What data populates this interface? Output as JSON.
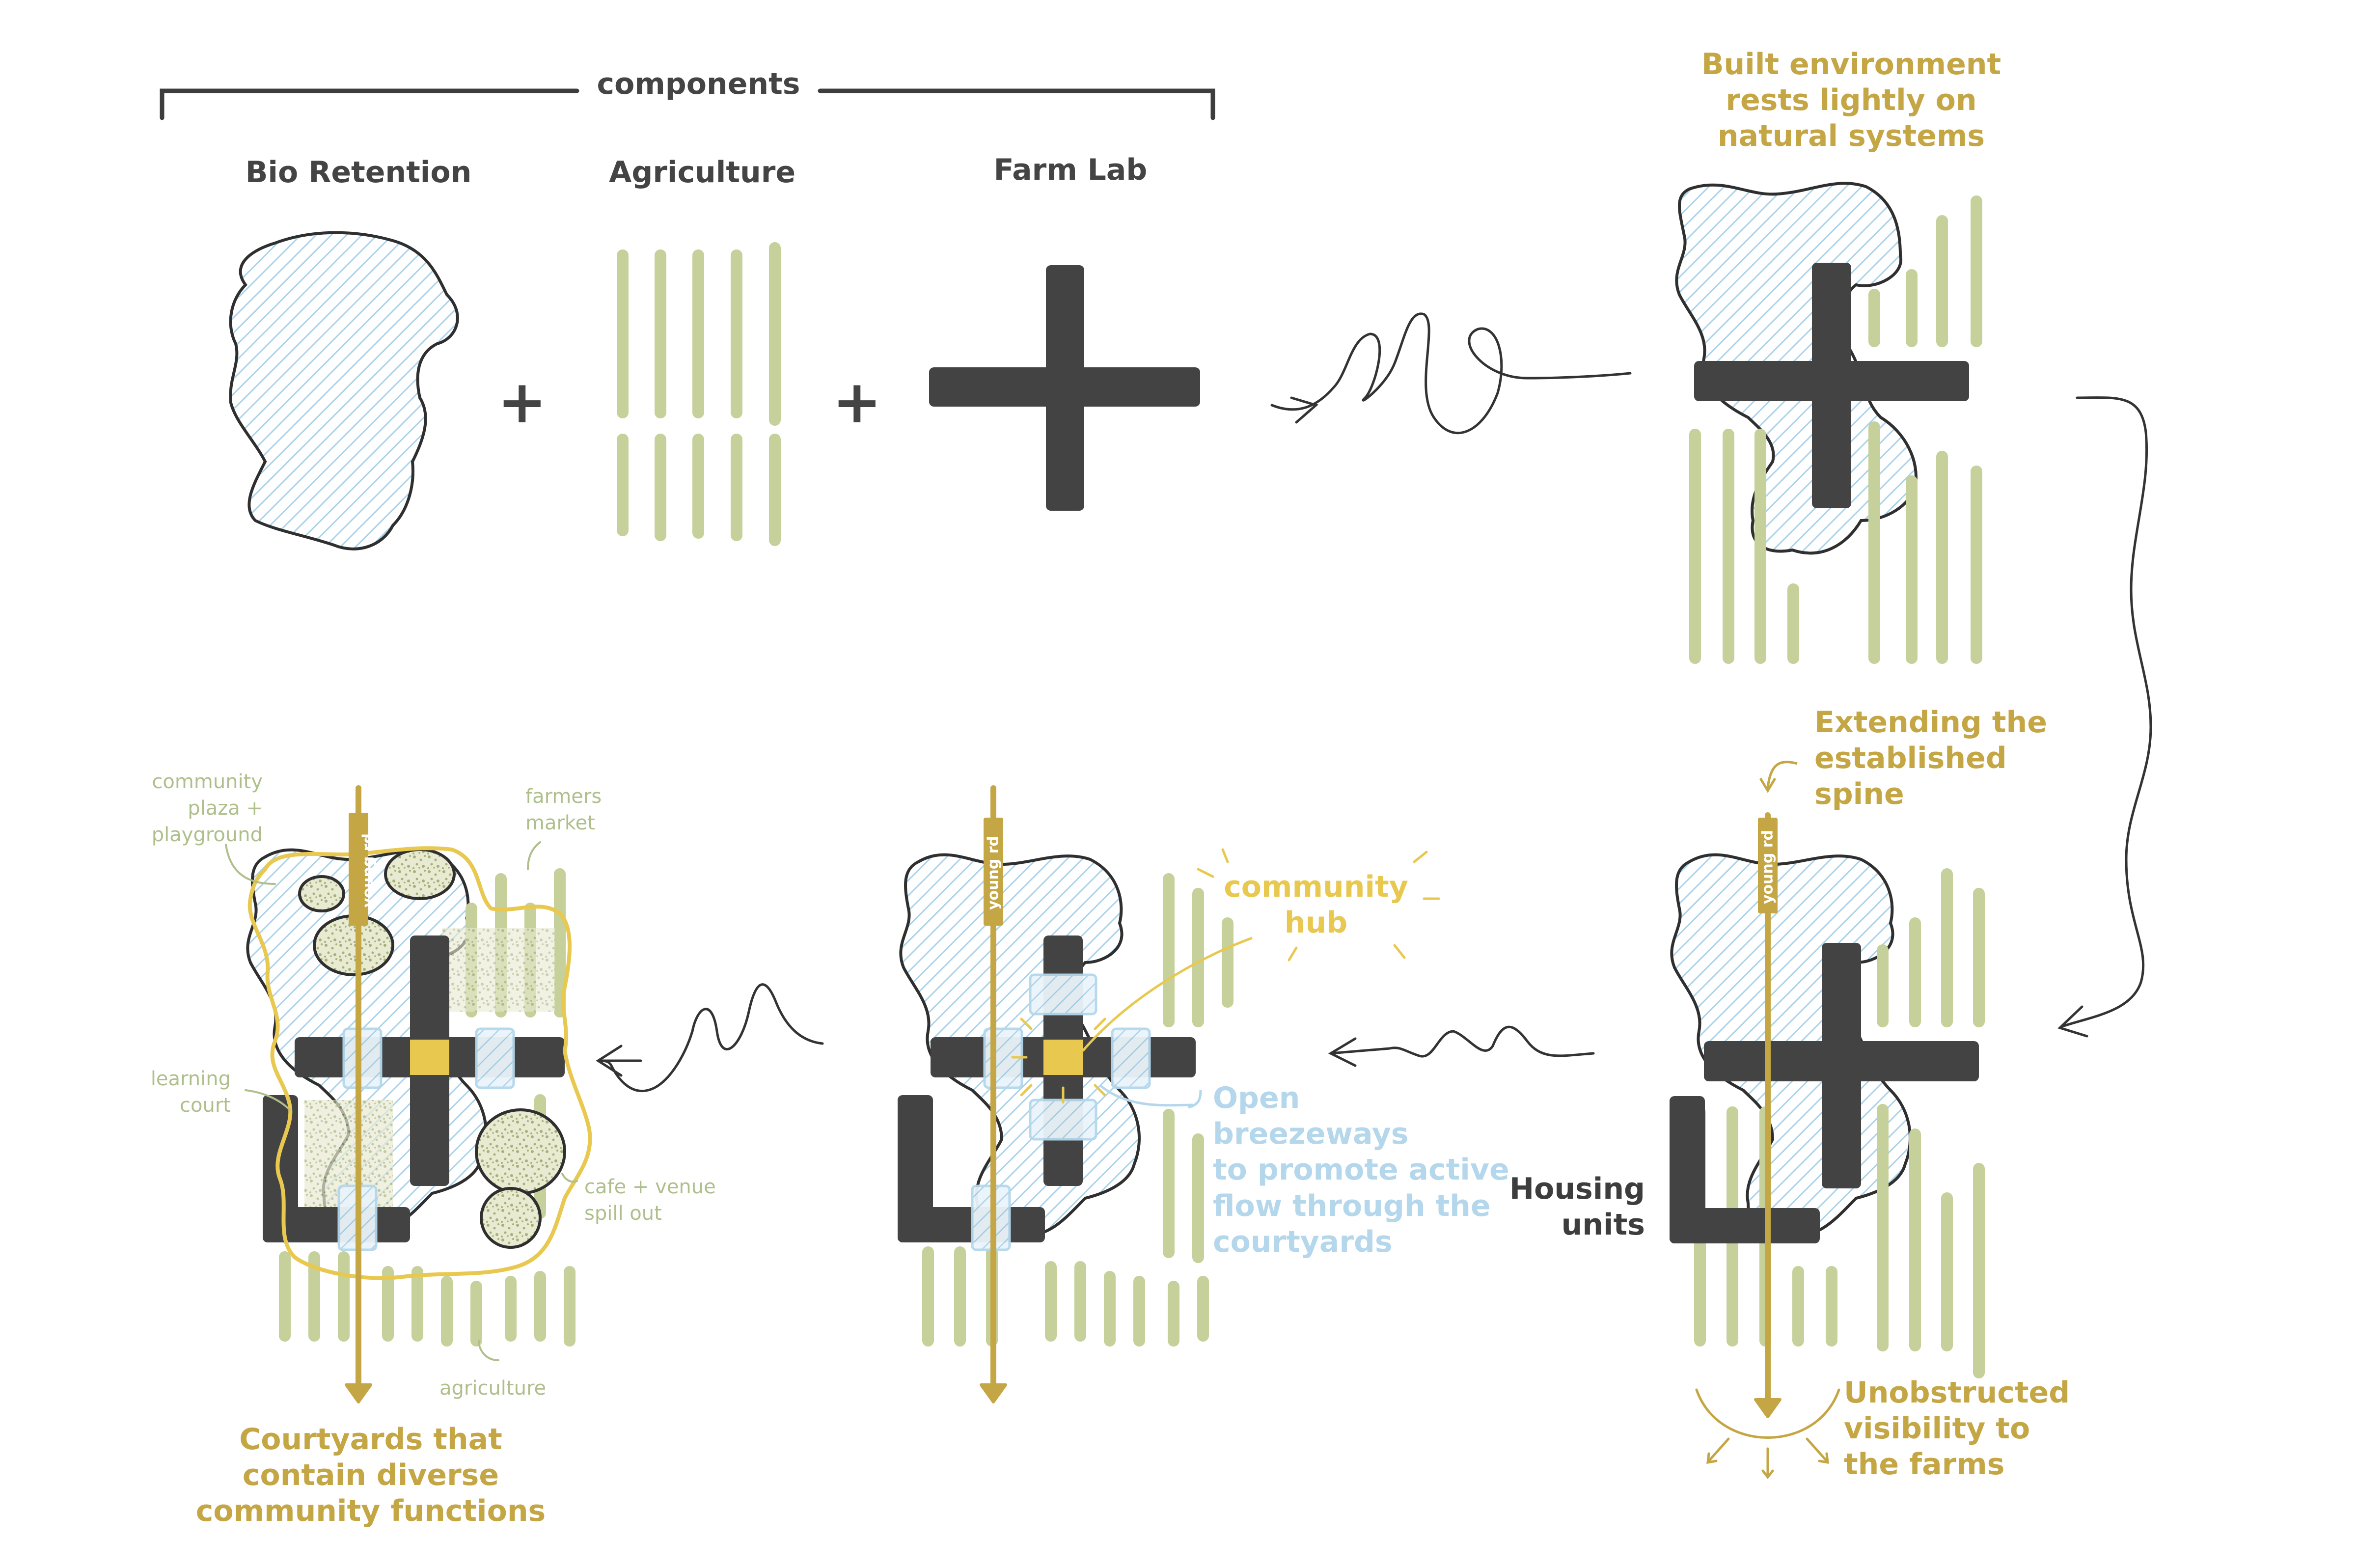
{
  "components_label": "components",
  "components": [
    {
      "label": "Bio Retention"
    },
    {
      "label": "Agriculture"
    },
    {
      "label": "Farm Lab"
    }
  ],
  "operator_plus": "+",
  "annotations": {
    "built_environment": "Built environment\nrests lightly on\nnatural systems",
    "extending_spine": "Extending the\nestablished\nspine",
    "housing_units": "Housing\nunits",
    "unobstructed": "Unobstructed\nvisibility to\nthe farms",
    "community_hub": "community\nhub",
    "breezeways": "Open\nbreezeways\nto promote active\nflow through the\ncourtyards",
    "courtyards": "Courtyards that\ncontain diverse\ncommunity functions",
    "community_plaza": "community\nplaza +\nplayground",
    "farmers_market": "farmers\nmarket",
    "learning_court": "learning\ncourt",
    "cafe_venue": "cafe + venue\nspill out",
    "agriculture_small": "agriculture"
  },
  "road_label": "young rd",
  "colors": {
    "building": "#434343",
    "water_stroke": "#2f2f2f",
    "water_hatch": "#a9d3ea",
    "agriculture": "#c5d09a",
    "spine": "#c4a645",
    "gold_text": "#c4a645",
    "hub": "#e9c850",
    "breezeway": "#b4d7ec",
    "sage_text": "#aebf8b",
    "speckle": "#a6b07a"
  },
  "icons": [
    "squiggle-arrow-icon",
    "vision-fan-icon",
    "sun-burst-icon"
  ]
}
